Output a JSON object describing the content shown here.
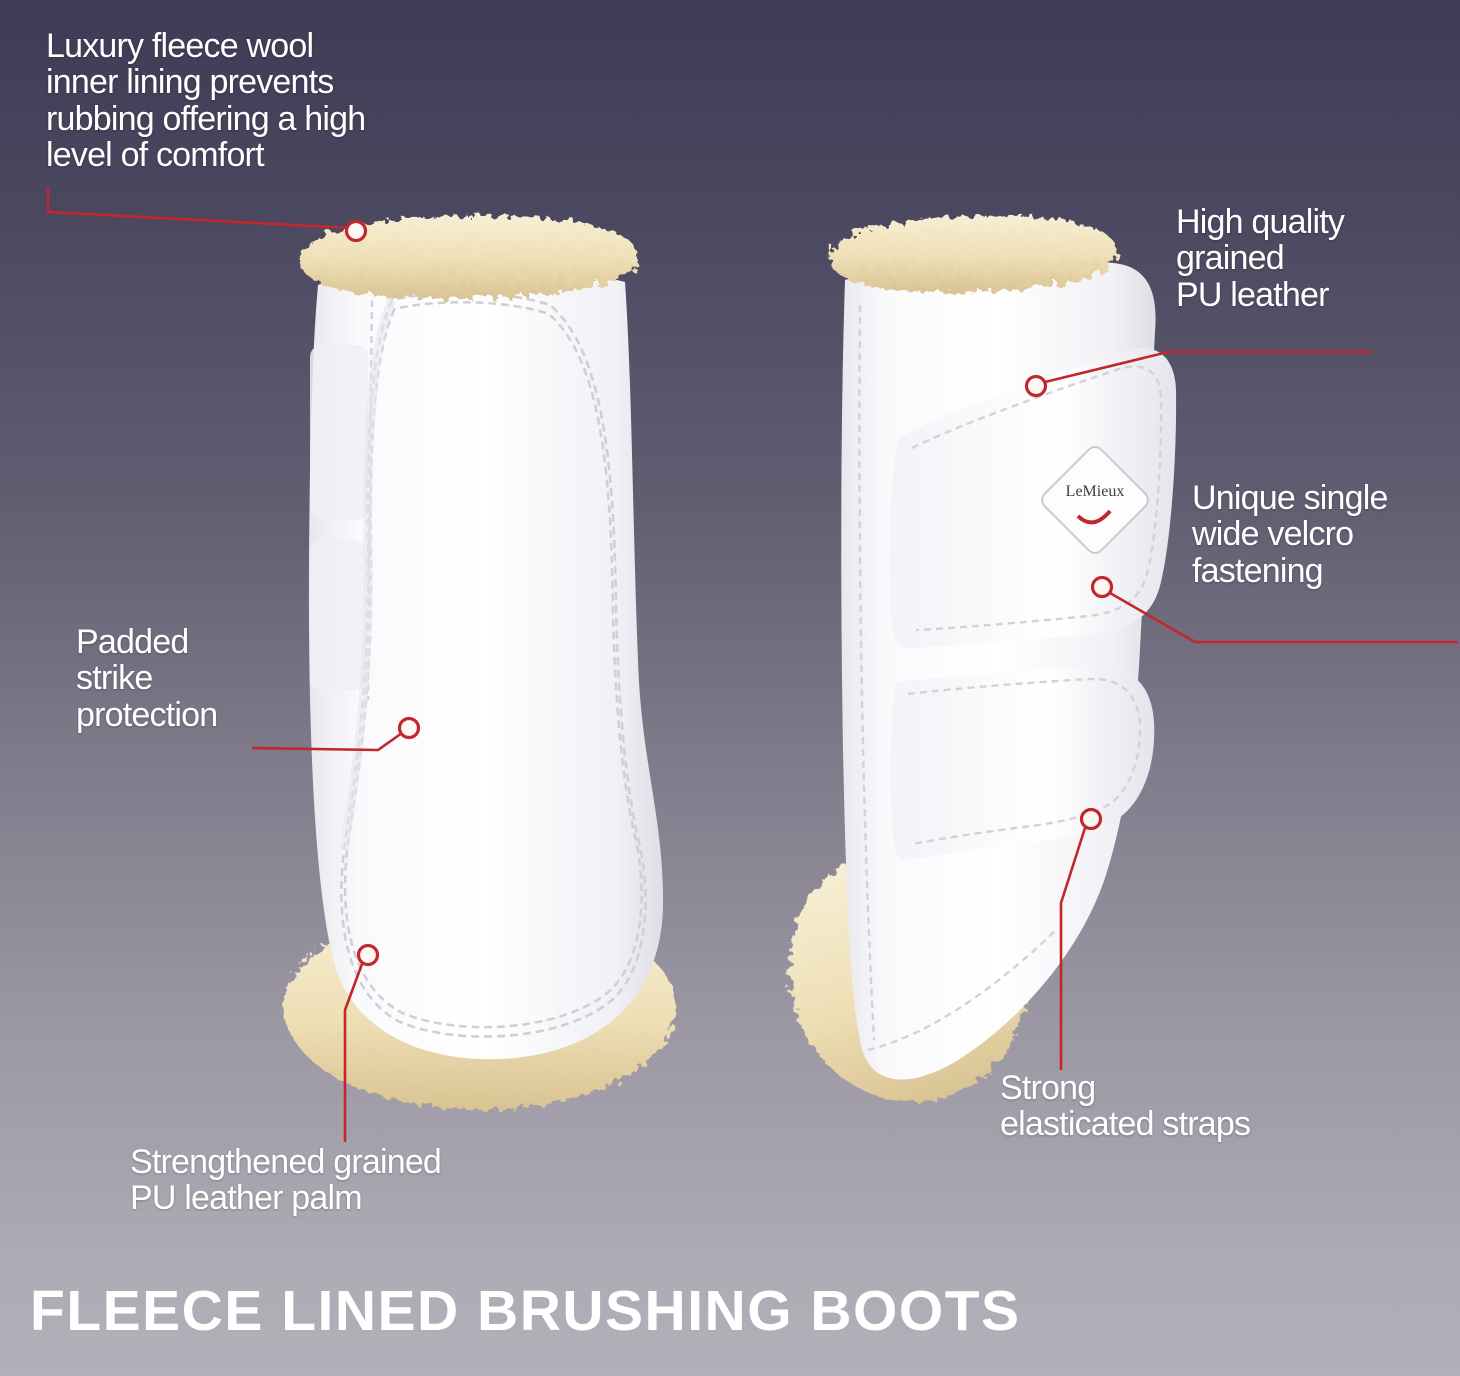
{
  "title": "FLEECE LINED BRUSHING BOOTS",
  "logo": {
    "brand": "LeMieux"
  },
  "colors": {
    "accent_red": "#c1272d",
    "fleece": "#eedfb6",
    "fleece_dark": "#d9c392",
    "boot_white": "#ffffff",
    "boot_shadow": "#dfdfe6",
    "stitch": "#d2d2d8",
    "text": "#ffffff",
    "background_top": "#3e3c55",
    "background_bottom": "#b3afb8"
  },
  "annotations": [
    {
      "id": "fleece-lining",
      "text": "Luxury fleece wool\ninner lining prevents\nrubbing offering a high\nlevel of comfort"
    },
    {
      "id": "padded-strike",
      "text": "Padded\nstrike\nprotection"
    },
    {
      "id": "pu-palm",
      "text": "Strengthened grained\nPU leather palm"
    },
    {
      "id": "pu-leather",
      "text": "High quality\ngrained\nPU leather"
    },
    {
      "id": "velcro",
      "text": "Unique single\nwide velcro\nfastening"
    },
    {
      "id": "straps",
      "text": "Strong\nelasticated straps"
    }
  ]
}
